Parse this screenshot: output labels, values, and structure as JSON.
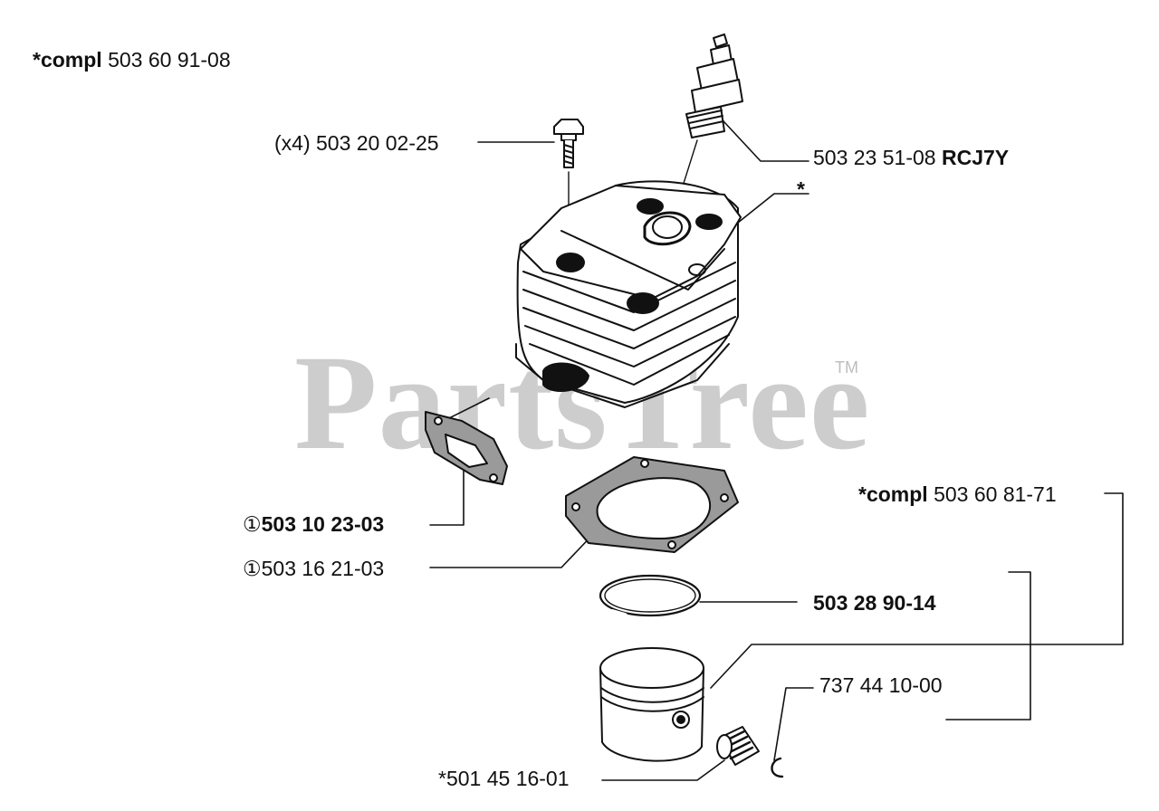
{
  "labels": {
    "compl_top_prefix": "*compl",
    "compl_top_num": "503 60 91-08",
    "screw": "(x4) 503 20 02-25",
    "spark_num": "503 23 51-08",
    "spark_code": "RCJ7Y",
    "star": "*",
    "gasket1_circ": "①",
    "gasket1_num": "503 10 23-03",
    "gasket2_circ": "①",
    "gasket2_num": "503 16 21-03",
    "compl_mid_prefix": "*compl",
    "compl_mid_num": "503 60 81-71",
    "ring": "503 28 90-14",
    "circlip": "737 44 10-00",
    "bearing": "*501 45 16-01"
  },
  "watermark": {
    "text": "PartsTree",
    "tm": "TM",
    "color": "#bdbdbd"
  },
  "colors": {
    "ink": "#111111",
    "gasket_fill": "#9a9a9a"
  }
}
